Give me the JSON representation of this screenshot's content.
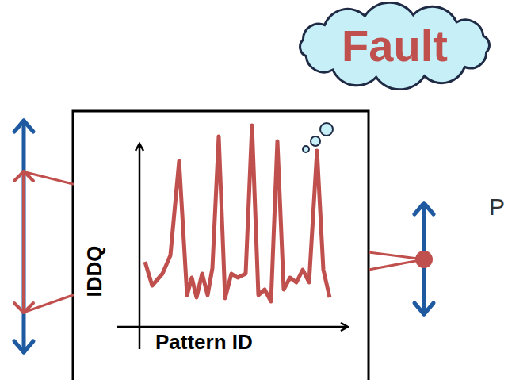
{
  "diagram": {
    "nodes": [
      {
        "text": [
          "Fault"
        ]
      }
    ],
    "labels": [
      "IDDQ",
      "Pattern ID",
      "P"
    ]
  }
}
